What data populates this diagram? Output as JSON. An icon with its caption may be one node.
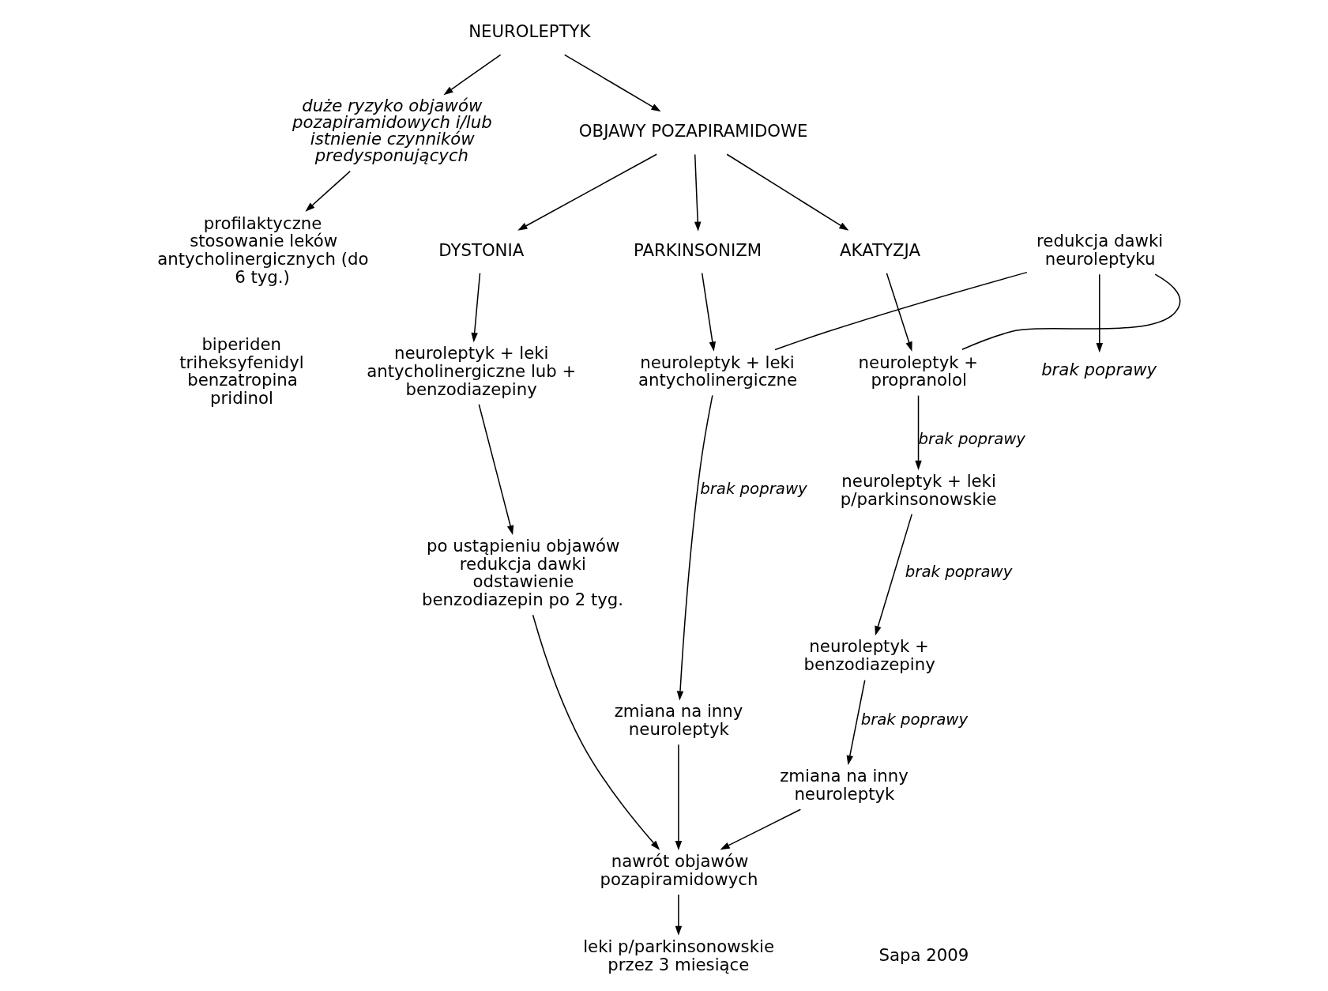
{
  "diagram": {
    "nodes": [
      {
        "text": [
          "NEUROLEPTYK"
        ]
      },
      {
        "text": [
          "duże ryzyko objawów pozapiramidowych i/lub istnienie czynników predysponujących"
        ]
      },
      {
        "text": [
          "profilaktyczne stosowanie leków antycholinergicznych (do 6 tyg.)"
        ]
      },
      {
        "text": [
          "OBJAWY POZAPIRAMIDOWE"
        ]
      },
      {
        "text": [
          "DYSTONIA"
        ]
      },
      {
        "text": [
          "PARKINSONIZM"
        ]
      },
      {
        "text": [
          "AKATYZJA"
        ]
      },
      {
        "text": [
          "neuroleptyk + leki antycholinergiczne lub + benzodiazepiny"
        ]
      },
      {
        "text": [
          "redukcja dawki neuroleptyku"
        ]
      },
      {
        "text": [
          "brak poprawy"
        ]
      },
      {
        "text": [
          "neuroleptyk + leki antycholinergiczne"
        ]
      },
      {
        "text": [
          "neuroleptyk + propranolol"
        ]
      },
      {
        "text": [
          "po ustąpieniu objawów redukcja dawki odstawienie benzodiazepin po 2 tyg."
        ]
      },
      {
        "text": [
          "zmiana na inny neuroleptyk"
        ]
      },
      {
        "text": [
          "neuroleptyk + leki p/parkinsonowskie"
        ]
      },
      {
        "text": [
          "neuroleptyk + benzodiazepiny"
        ]
      },
      {
        "text": [
          "zmiana na inny neuroleptyk"
        ]
      },
      {
        "text": [
          "nawrót objawów pozapiramidowych"
        ]
      },
      {
        "text": [
          "leki p/parkinsonowskie przez 3 miesiące"
        ]
      }
    ],
    "edges": [
      {
        "from": 0,
        "to": 1,
        "arrow": "to"
      },
      {
        "from": 0,
        "to": 3,
        "arrow": "to"
      },
      {
        "from": 1,
        "to": 2,
        "arrow": "to"
      },
      {
        "from": 3,
        "to": 4,
        "arrow": "to"
      },
      {
        "from": 3,
        "to": 5,
        "arrow": "to"
      },
      {
        "from": 3,
        "to": 6,
        "arrow": "to"
      },
      {
        "from": 4,
        "to": 7,
        "arrow": "to"
      },
      {
        "from": 5,
        "to": 10,
        "arrow": "to"
      },
      {
        "from": 6,
        "to": 11,
        "arrow": "to"
      },
      {
        "from": 8,
        "to": 10,
        "arrow": "none"
      },
      {
        "from": 8,
        "to": 11,
        "arrow": "none"
      },
      {
        "from": 8,
        "to": 9,
        "arrow": "to"
      },
      {
        "from": 7,
        "to": 12,
        "arrow": "to"
      },
      {
        "from": 10,
        "to": 13,
        "arrow": "to",
        "label": "brak poprawy"
      },
      {
        "from": 11,
        "to": 14,
        "arrow": "to",
        "label": "brak poprawy"
      },
      {
        "from": 14,
        "to": 15,
        "arrow": "to",
        "label": "brak poprawy"
      },
      {
        "from": 15,
        "to": 16,
        "arrow": "to",
        "label": "brak poprawy"
      },
      {
        "from": 12,
        "to": 17,
        "arrow": "to"
      },
      {
        "from": 13,
        "to": 17,
        "arrow": "to"
      },
      {
        "from": 16,
        "to": 17,
        "arrow": "to"
      },
      {
        "from": 17,
        "to": 18,
        "arrow": "to"
      }
    ],
    "labels": [
      "biperiden triheksyfenidyl benzatropina pridinol",
      "Sapa 2009"
    ]
  }
}
